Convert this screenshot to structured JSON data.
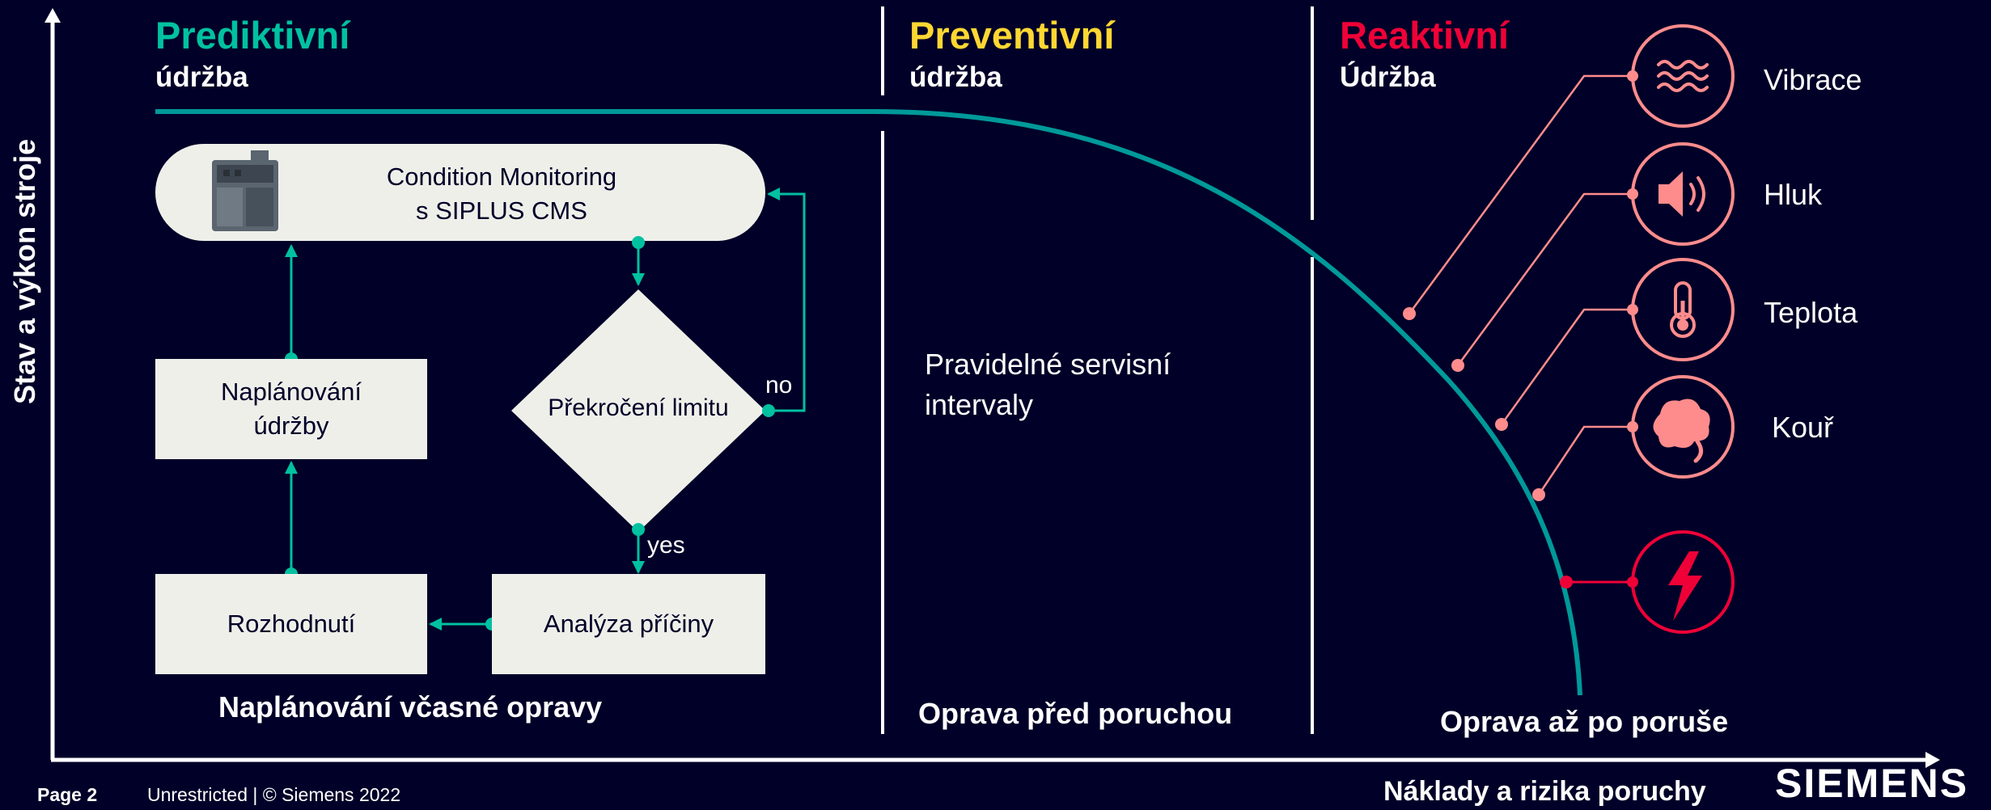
{
  "colors": {
    "background": "#000028",
    "predictive": "#00c1a0",
    "preventive": "#ffd732",
    "reactive": "#ef0137",
    "curve": "#009999",
    "sensor": "#ff8c8c",
    "box": "#efefea"
  },
  "axes": {
    "y_label": "Stav a výkon stroje",
    "x_label": "Náklady a rizika poruchy"
  },
  "sections": {
    "predictive": {
      "title": "Prediktivní",
      "subtitle": "údržba",
      "bottom": "Naplánování včasné opravy"
    },
    "preventive": {
      "title": "Preventivní",
      "subtitle": "údržba",
      "body": "Pravidelné servisní intervaly",
      "bottom": "Oprava před poruchou"
    },
    "reactive": {
      "title": "Reaktivní",
      "subtitle": "Údržba",
      "bottom": "Oprava až po poruše"
    }
  },
  "flow": {
    "monitoring_line1": "Condition Monitoring",
    "monitoring_line2": "s SIPLUS CMS",
    "decision": "Překročení limitu",
    "no": "no",
    "yes": "yes",
    "analysis": "Analýza příčiny",
    "decide": "Rozhodnutí",
    "plan_line1": "Naplánování",
    "plan_line2": "údržby"
  },
  "sensors": [
    {
      "label": "Vibrace",
      "icon": "vibration-waves-icon"
    },
    {
      "label": "Hluk",
      "icon": "speaker-icon"
    },
    {
      "label": "Teplota",
      "icon": "thermometer-icon"
    },
    {
      "label": "Kouř",
      "icon": "smoke-icon"
    },
    {
      "label": "",
      "icon": "lightning-bolt-icon"
    }
  ],
  "footer": {
    "page": "Page 2",
    "classification": "Unrestricted | © Siemens 2022",
    "brand": "SIEMENS"
  }
}
